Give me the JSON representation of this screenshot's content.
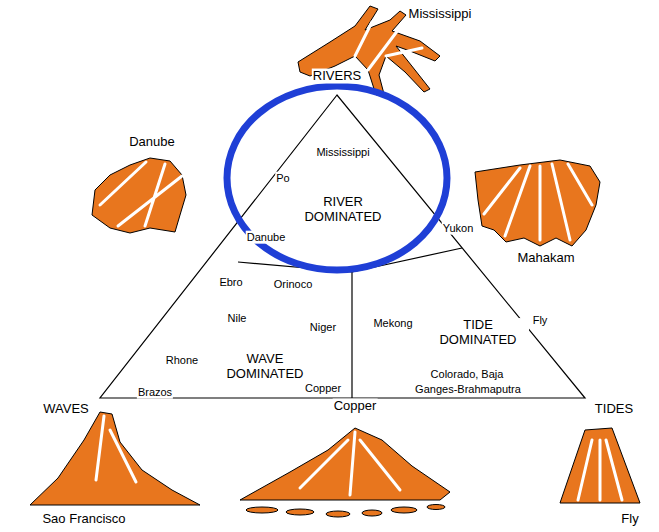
{
  "diagram": {
    "labels": [
      "Mississippi",
      "RIVERS",
      "Mississippi",
      "Danube",
      "Po",
      "RIVER DOMINATED",
      "Yukon",
      "Mahakam",
      "Danube",
      "Ebro",
      "Orinoco",
      "Nile",
      "Niger",
      "Mekong",
      "TIDE DOMINATED",
      "Fly",
      "Rhone",
      "WAVE DOMINATED",
      "Colorado, Baja",
      "Brazos",
      "Copper",
      "Ganges-Brahmaputra",
      "WAVES",
      "TIDES",
      "Copper",
      "Sao Francisco",
      "Fly"
    ]
  }
}
